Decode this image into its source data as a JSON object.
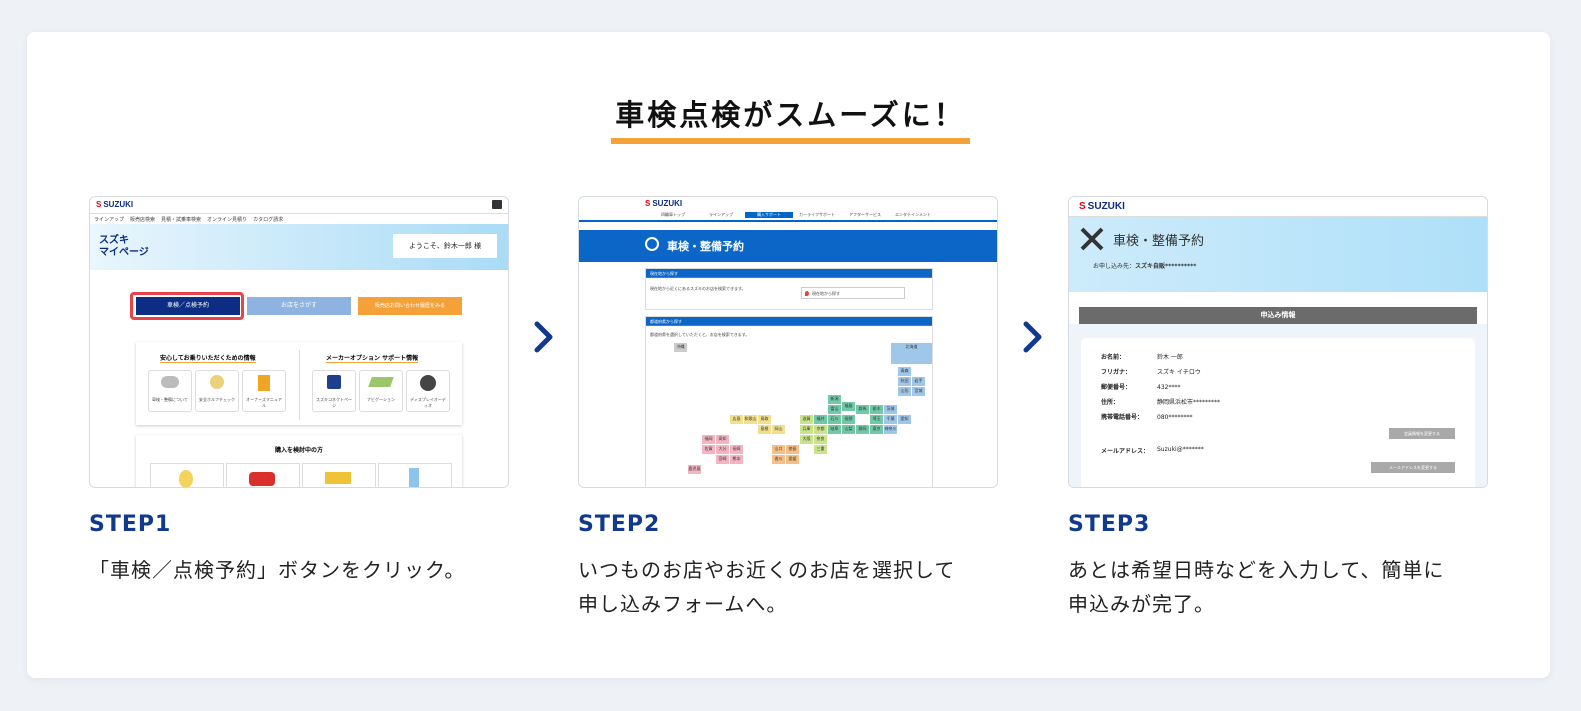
{
  "heading": "車検点検がスムーズに！",
  "colors": {
    "accent": "#f5a13a",
    "step_blue": "#123a8c",
    "brand_blue": "#0c2d83",
    "brand_red": "#e60012"
  },
  "steps": [
    {
      "label": "STEP1",
      "desc_lines": [
        "「車検／点検予約」ボタンをクリック。"
      ],
      "shot": {
        "brand": "SUZUKI",
        "nav": [
          "ラインアップ",
          "販売店検索",
          "見積・試乗車検索",
          "オンライン見積り",
          "カタログ請求"
        ],
        "mypage_title": [
          "スズキ",
          "マイページ"
        ],
        "welcome": "ようこそ、鈴木一郎 様",
        "btn_reserve": "車検／点検予約",
        "btn_shop": "お店をさがす",
        "btn_contact": "販売店お問い合わせ履歴をみる",
        "section_left": "安心してお乗りいただくための情報",
        "section_right": "メーカーオプション サポート情報",
        "tiles_left": [
          "車検・整備について",
          "安全ホルフチェック",
          "オーナーズマニュアル"
        ],
        "tiles_right": [
          "スズキコネクトページ",
          "ナビゲーション",
          "ディスプレイオーディオ"
        ],
        "purchase": "購入を検討中の方"
      }
    },
    {
      "label": "STEP2",
      "desc_lines": [
        "いつものお店やお近くのお店を選択して",
        "申し込みフォームへ。"
      ],
      "shot": {
        "brand": "SUZUKI",
        "tabs": [
          "四輪車トップ",
          "ラインアップ",
          "購入サポート",
          "カーライフサポート",
          "アフターサービス",
          "エンタテインメント"
        ],
        "banner": "車検・整備予約",
        "panel1": "現在地から探す",
        "panel1_text": "現在地から近くにあるスズキのお店を検索できます。",
        "locate_btn": "現在地から探す",
        "panel2": "都道府県から探す",
        "panel2_text": "都道府県を選択していただくと、お店を検索できます。",
        "prefs": [
          "北海道",
          "青森",
          "秋田",
          "岩手",
          "山形",
          "宮城",
          "新潟",
          "福島",
          "富山",
          "石川",
          "群馬",
          "栃木",
          "茨城",
          "福井",
          "長野",
          "埼玉",
          "千葉",
          "岐阜",
          "山梨",
          "東京",
          "神奈川",
          "静岡",
          "愛知",
          "滋賀",
          "京都",
          "兵庫",
          "大阪",
          "奈良",
          "三重",
          "和歌山",
          "鳥取",
          "島根",
          "岡山",
          "広島",
          "山口",
          "香川",
          "徳島",
          "愛媛",
          "高知",
          "福岡",
          "佐賀",
          "長崎",
          "大分",
          "熊本",
          "宮崎",
          "鹿児島",
          "沖縄"
        ]
      }
    },
    {
      "label": "STEP3",
      "desc_lines": [
        "あとは希望日時などを入力して、簡単に",
        "申込みが完了。"
      ],
      "shot": {
        "brand": "SUZUKI",
        "banner": "車検・整備予約",
        "applicant_label": "お申し込み先：",
        "applicant_value": "スズキ自販**********",
        "info_header": "申込み情報",
        "fields": [
          {
            "label": "お名前：",
            "value": "鈴木 一郎"
          },
          {
            "label": "フリガナ：",
            "value": "スズキ イチロウ"
          },
          {
            "label": "郵便番号：",
            "value": "432****"
          },
          {
            "label": "住所：",
            "value": "静岡県浜松市*********"
          },
          {
            "label": "携帯電話番号：",
            "value": "080********"
          }
        ],
        "change_info_btn": "会員情報を変更する",
        "email_label": "メールアドレス：",
        "email_value": "Suzuki@*******",
        "change_email_btn": "メールアドレスを変更する"
      }
    }
  ]
}
